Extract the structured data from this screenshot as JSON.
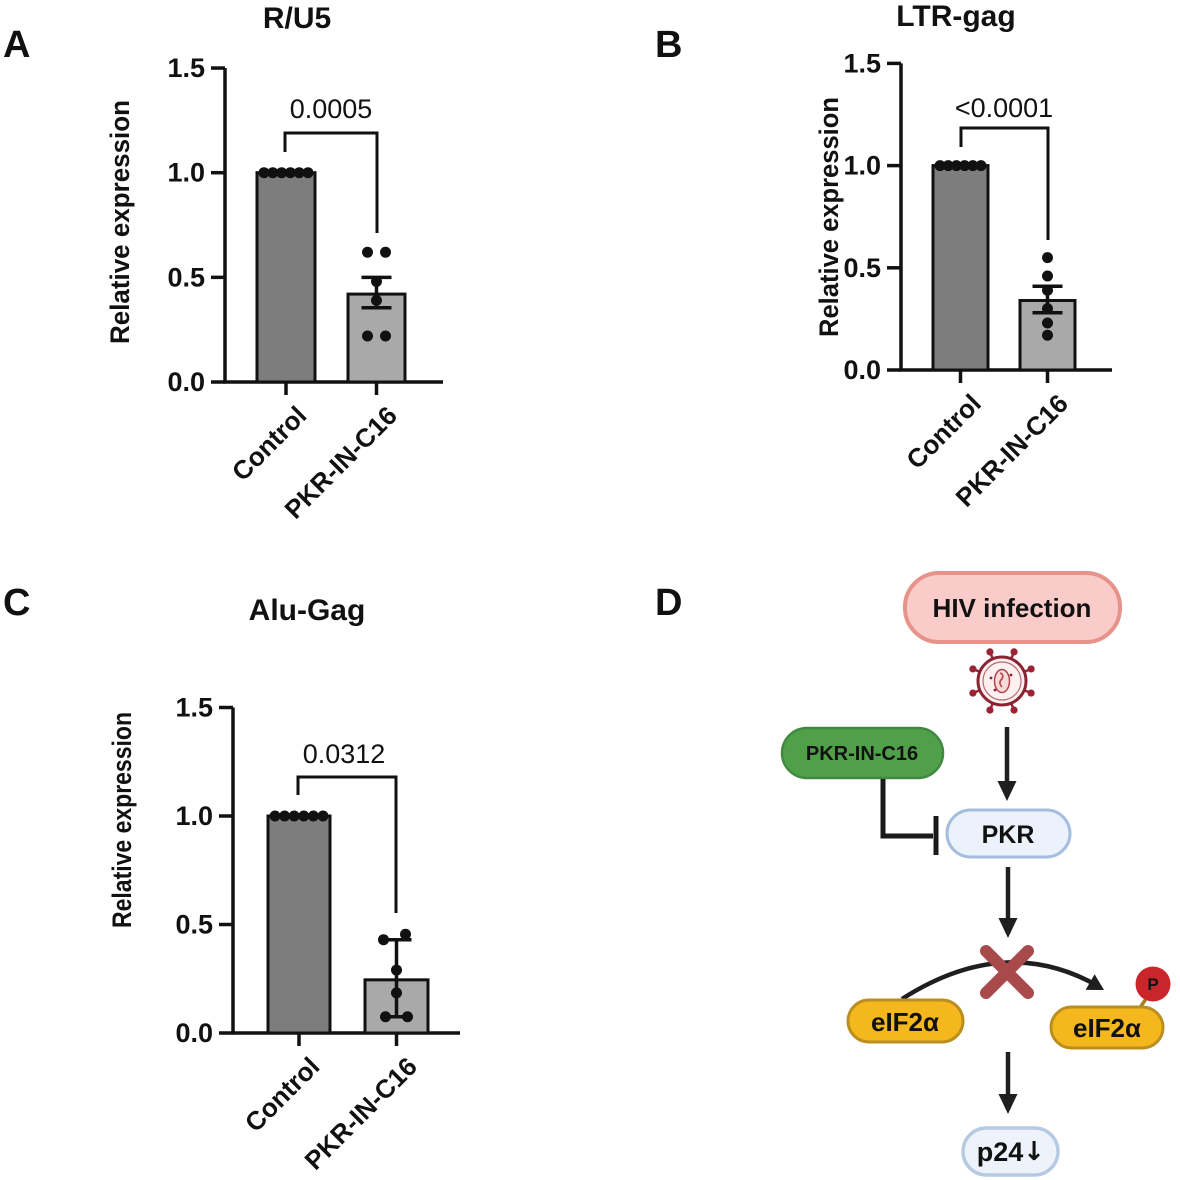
{
  "figure": {
    "background": "#ffffff"
  },
  "bar_colors": {
    "control": "#7d7d7d",
    "treated": "#a9a9a9",
    "outline": "#111111"
  },
  "chart_data": [
    {
      "panel_label": "A",
      "type": "bar",
      "title": "R/U5",
      "ylabel": "Relative expression",
      "categories": [
        "Control",
        "PKR-IN-C16"
      ],
      "values": [
        1.0,
        0.42
      ],
      "p_value": "0.0005",
      "ylim": [
        0,
        1.5
      ],
      "yticks": [
        "0.0",
        "0.5",
        "1.0",
        "1.5"
      ],
      "points": {
        "control": [
          1,
          1,
          1,
          1,
          1,
          1
        ],
        "treated": [
          0.62,
          0.62,
          0.48,
          0.39,
          0.22,
          0.22
        ]
      },
      "error_bar": {
        "upper": 0.5,
        "lower": 0.355
      }
    },
    {
      "panel_label": "B",
      "type": "bar",
      "title": "LTR-gag",
      "ylabel": "Relative expression",
      "categories": [
        "Control",
        "PKR-IN-C16"
      ],
      "values": [
        1.0,
        0.34
      ],
      "p_value": "<0.0001",
      "ylim": [
        0,
        1.5
      ],
      "yticks": [
        "0.0",
        "0.5",
        "1.0",
        "1.5"
      ],
      "points": {
        "control": [
          1,
          1,
          1,
          1,
          1,
          1
        ],
        "treated": [
          0.55,
          0.46,
          0.39,
          0.3,
          0.23,
          0.17
        ]
      },
      "error_bar": {
        "upper": 0.41,
        "lower": 0.28
      }
    },
    {
      "panel_label": "C",
      "type": "bar",
      "title": "Alu-Gag",
      "ylabel": "Relative expression",
      "categories": [
        "Control",
        "PKR-IN-C16"
      ],
      "values": [
        1.0,
        0.245
      ],
      "p_value": "0.0312",
      "ylim": [
        0,
        1.5
      ],
      "yticks": [
        "0.0",
        "0.5",
        "1.0",
        "1.5"
      ],
      "points": {
        "control": [
          1,
          1,
          1,
          1,
          1,
          1
        ],
        "treated": [
          0.455,
          0.43,
          0.29,
          0.185,
          0.075,
          0.075
        ]
      },
      "error_bar": {
        "upper": 0.43,
        "lower": 0.075
      }
    }
  ],
  "diagram": {
    "panel_label": "D",
    "nodes": {
      "hiv": {
        "label": "HIV infection",
        "fill": "#f9cbc9",
        "stroke": "#e8928c"
      },
      "inhibitor": {
        "label": "PKR-IN-C16",
        "fill": "#50a04a",
        "stroke": "#3f8a40"
      },
      "pkr": {
        "label": "PKR",
        "fill": "#ebf2fb",
        "stroke": "#a5bedd"
      },
      "eif2a": {
        "label": "eIF2α",
        "fill": "#f5b71e",
        "stroke": "#bb8e1d"
      },
      "eif2a_p": {
        "label": "eIF2α",
        "fill": "#f5b71e",
        "stroke": "#bb8e1d"
      },
      "phospho": {
        "label": "P",
        "fill": "#c9252a",
        "text": "#ffffff"
      },
      "p24": {
        "label": "p24",
        "down_arrow": "↓",
        "fill": "#eef3fb",
        "stroke": "#b7c9e3",
        "arrow_color": "#c0392b"
      }
    },
    "x_mark_color": "#a84a4c",
    "line_color": "#1f1f1f",
    "virus_colors": {
      "ring": "#8c2332",
      "fill": "#fdf0ee",
      "spike": "#9c2235",
      "inner": "#b3424f"
    }
  }
}
